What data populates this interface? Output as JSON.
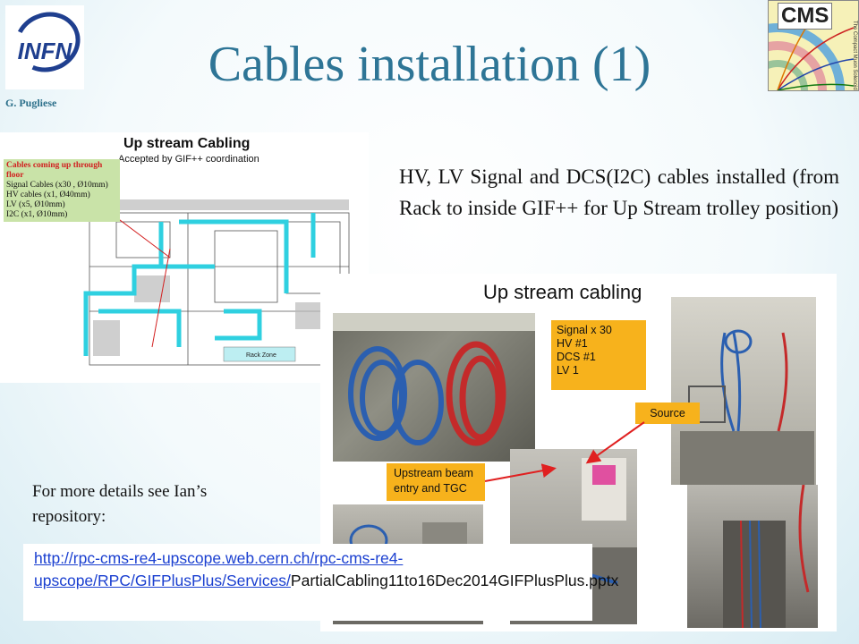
{
  "header": {
    "title": "Cables installation (1)",
    "author": "G. Pugliese",
    "infn_logo_text": "INFN",
    "cms_logo_text": "CMS",
    "cms_logo_subtext": "The Compact Muon Solenoid"
  },
  "description": "HV, LV Signal and DCS(I2C) cables installed (from Rack to inside GIF++ for Up Stream trolley position)",
  "floor_plan": {
    "heading": "Up stream Cabling",
    "subheading": "Accepted by GIF++ coordination",
    "note_heading": "Cables coming up through floor",
    "note_lines": [
      "Signal Cables (x30 , Ø10mm)",
      "HV cables (x1, Ø40mm)",
      "LV (x5, Ø10mm)",
      "I2C (x1, Ø10mm)"
    ],
    "rack_zone_label": "Rack Zone"
  },
  "collage": {
    "heading": "Up stream cabling",
    "signals_callout": [
      "Signal x 30",
      "HV #1",
      "DCS #1",
      "LV 1"
    ],
    "source_callout": "Source",
    "upstream_callout": [
      "Upstream beam",
      "entry and TGC"
    ]
  },
  "more_details": "For more details see Ian’s repository:",
  "link": {
    "url_part": "http://rpc-cms-re4-upscope.web.cern.ch/rpc-cms-re4-upscope/RPC/GIFPlusPlus/Services/",
    "file_part": "PartialCabling11to16Dec2014GIFPlusPlus.pptx"
  },
  "colors": {
    "title": "#2e7596",
    "callout": "#f7b21c",
    "cable_cyan": "#2fd0e0",
    "link": "#1a3fd0"
  }
}
